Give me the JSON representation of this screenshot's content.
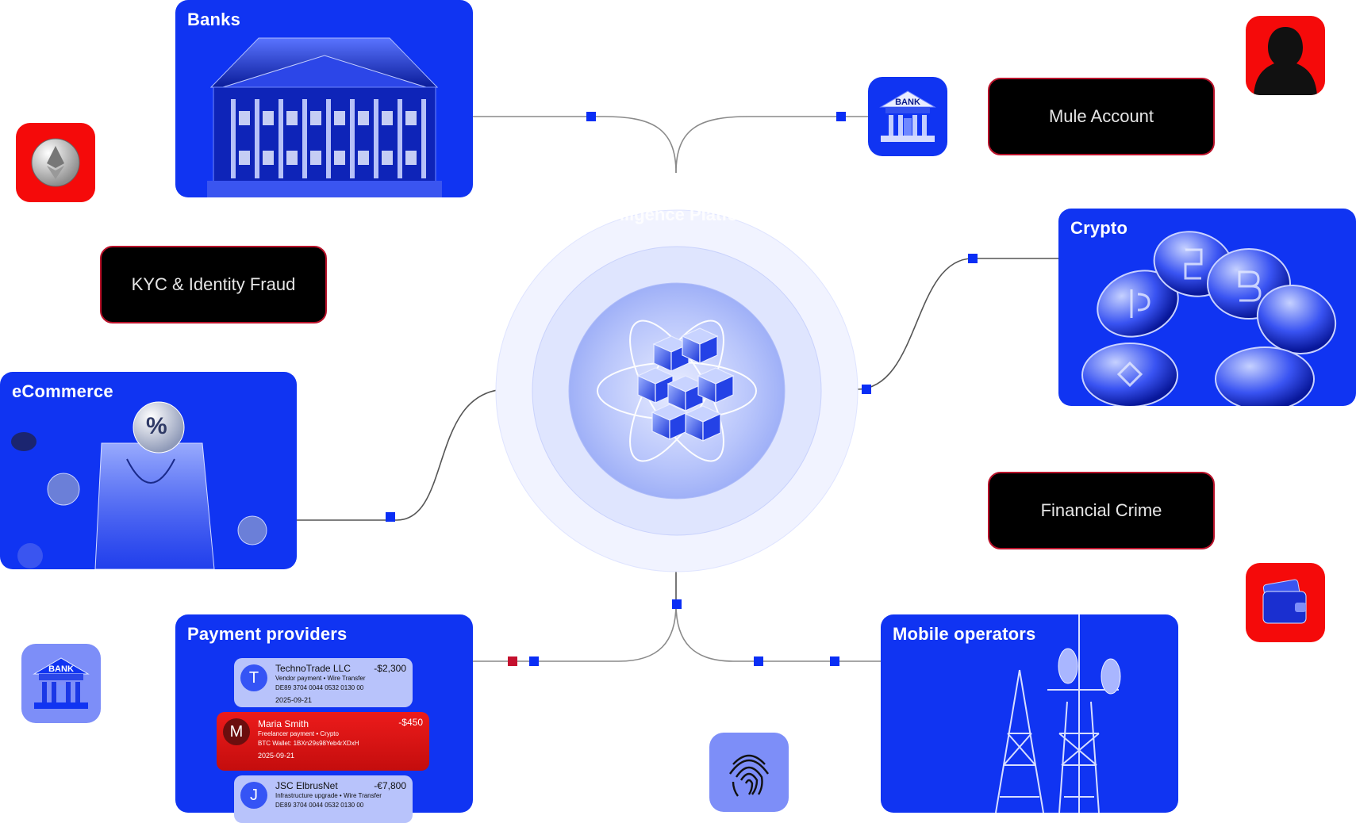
{
  "hub": {
    "title": "Intelligence Platform"
  },
  "cards": {
    "banks": {
      "title": "Banks"
    },
    "crypto": {
      "title": "Crypto"
    },
    "ecommerce": {
      "title": "eCommerce"
    },
    "payment_providers": {
      "title": "Payment providers"
    },
    "mobile_operators": {
      "title": "Mobile operators"
    }
  },
  "pills": {
    "mule_account": "Mule Account",
    "kyc_identity_fraud": "KYC & Identity Fraud",
    "financial_crime": "Financial Crime"
  },
  "icons": {
    "bank_label": "BANK",
    "ecommerce_percent": "%"
  },
  "transactions": [
    {
      "initial": "T",
      "name": "TechnoTrade LLC",
      "amount": "-$2,300",
      "desc": "Vendor payment • Wire Transfer",
      "account": "DE89 3704 0044 0532 0130 00",
      "date": "2025-09-21",
      "status": "normal"
    },
    {
      "initial": "M",
      "name": "Maria Smith",
      "amount": "-$450",
      "desc": "Freelancer payment • Crypto",
      "account": "BTC Wallet: 1BXn29s98Yeb4rXDxH",
      "date": "2025-09-21",
      "status": "alert"
    },
    {
      "initial": "J",
      "name": "JSC ElbrusNet",
      "amount": "-€7,800",
      "desc": "Infrastructure upgrade • Wire Transfer",
      "account": "DE89 3704 0044 0532 0130 00",
      "date": "",
      "status": "normal"
    }
  ],
  "colors": {
    "brand_blue": "#1034f2",
    "alert_red": "#f50a0a",
    "lavender": "#7d8ef8",
    "node": "#0a2ef5",
    "node_alert": "#c4102e"
  }
}
